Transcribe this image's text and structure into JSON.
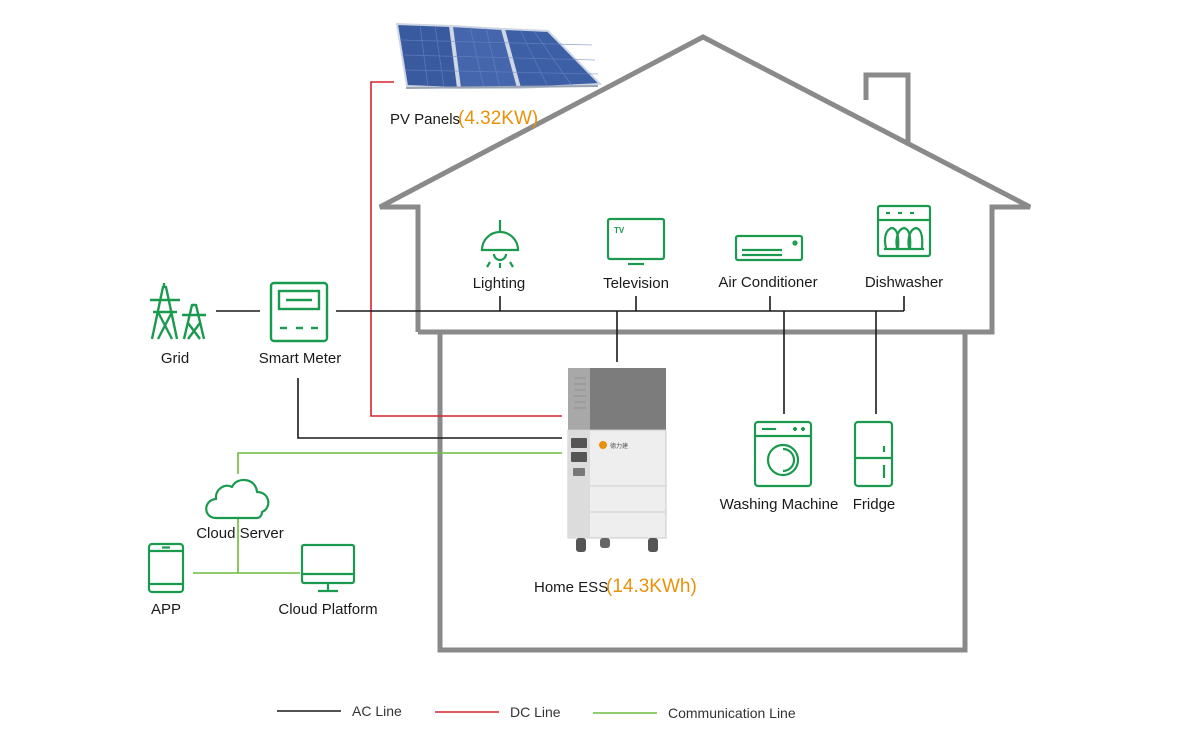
{
  "colors": {
    "ac_line": "#1a1a1a",
    "dc_line": "#d9232d",
    "comm_line": "#6dbb3f",
    "icon_green": "#1a9a4f",
    "house_outline": "#8a8a8a",
    "highlight": "#e8920a"
  },
  "pv": {
    "label": "PV Panels",
    "value": "(4.32KW)"
  },
  "ess": {
    "label": "Home ESS",
    "value": "(14.3KWh)",
    "brand": "德力建"
  },
  "nodes": {
    "grid": "Grid",
    "smart_meter": "Smart Meter",
    "cloud_server": "Cloud Server",
    "app": "APP",
    "cloud_platform": "Cloud Platform"
  },
  "appliances": {
    "lighting": "Lighting",
    "television": "Television",
    "tv_badge": "TV",
    "air_conditioner": "Air Conditioner",
    "dishwasher": "Dishwasher",
    "washing_machine": "Washing Machine",
    "fridge": "Fridge"
  },
  "legend": {
    "ac": "AC Line",
    "dc": "DC Line",
    "comm": "Communication Line"
  }
}
